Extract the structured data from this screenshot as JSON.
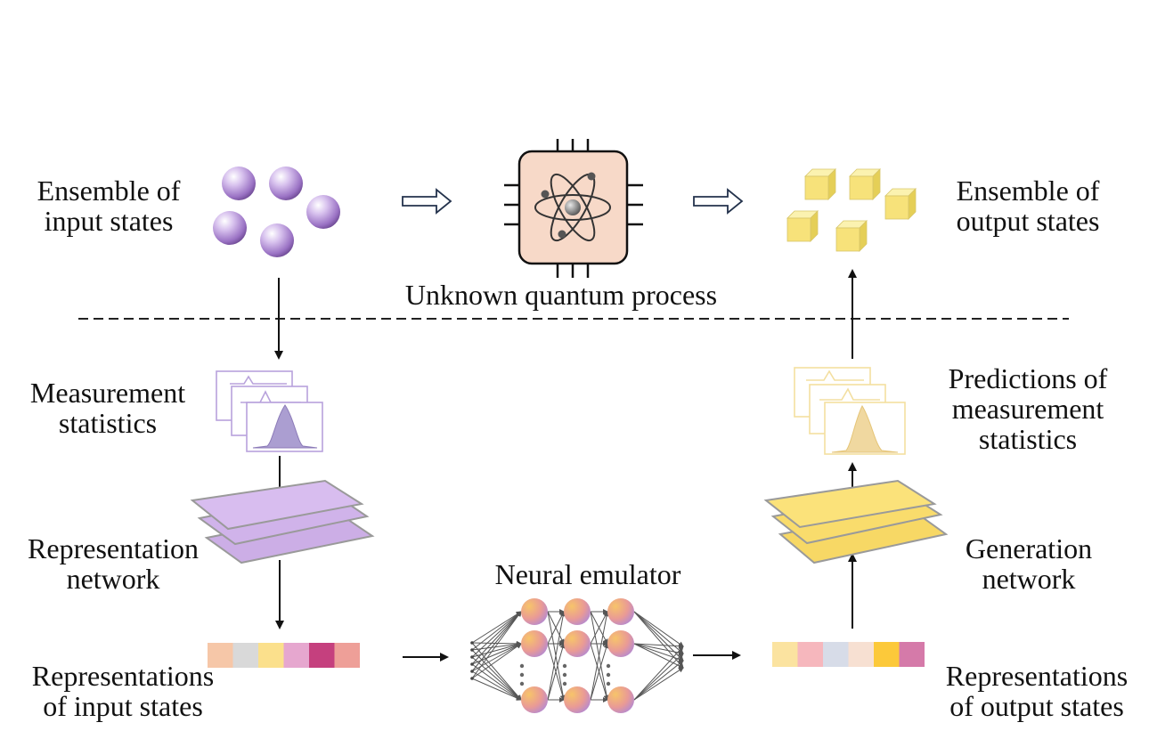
{
  "labels": {
    "input_ensemble": [
      "Ensemble of",
      "input states"
    ],
    "output_ensemble": [
      "Ensemble of",
      "output states"
    ],
    "process": [
      "Unknown quantum process"
    ],
    "measurement": [
      "Measurement",
      "statistics"
    ],
    "predictions": [
      "Predictions of",
      "measurement",
      "statistics"
    ],
    "representation_network": [
      "Representation",
      "network"
    ],
    "generation_network": [
      "Generation",
      "network"
    ],
    "neural_emulator": [
      "Neural emulator"
    ],
    "input_representations": [
      "Representations",
      "of input states"
    ],
    "output_representations": [
      "Representations",
      "of output states"
    ]
  },
  "colors": {
    "sphere": "#b89bd8",
    "cube": "#f6e27a",
    "chip_bg": "#f7d9c8",
    "purple_layer": "#d6b8ec",
    "yellow_layer": "#fbe27a",
    "input_repr_cells": [
      "#f6c7a8",
      "#d9d9d9",
      "#fbe08c",
      "#e6a7cf",
      "#c5407e",
      "#ee9f98"
    ],
    "output_repr_cells": [
      "#fbe3a0",
      "#f6b7bd",
      "#d7dce8",
      "#f7e0d2",
      "#fcc93a",
      "#d57aa9"
    ]
  },
  "icons": [
    "sphere-icon",
    "cube-icon",
    "atom-icon",
    "chip-icon",
    "histogram-icon",
    "neural-network-icon"
  ]
}
